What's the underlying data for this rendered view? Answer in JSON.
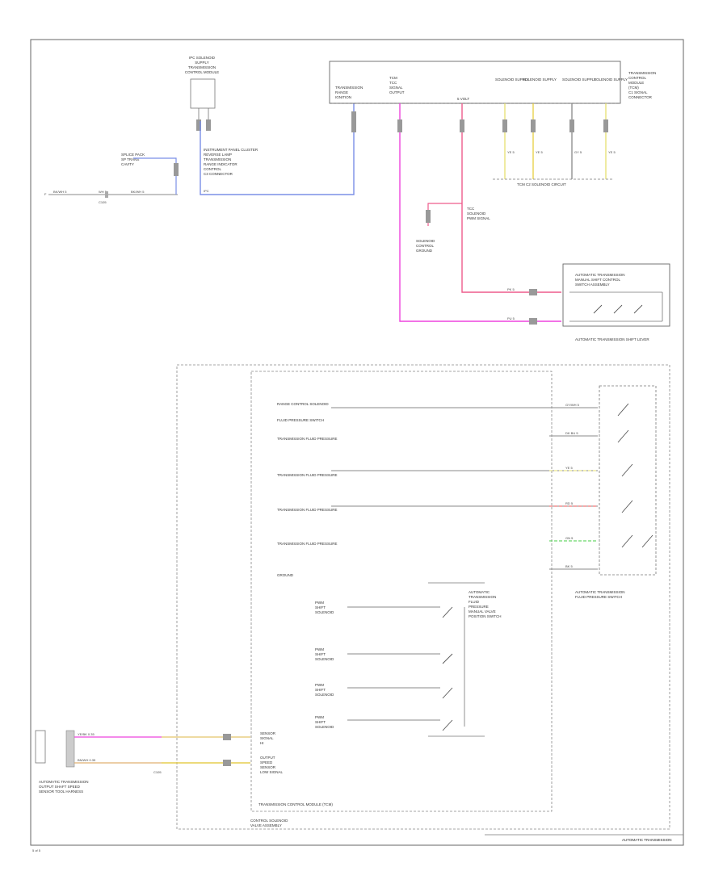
{
  "diagram": {
    "title": "AUTOMATIC TRANSMISSION",
    "page_ref": "5 of 5",
    "colors": {
      "blue": "#7b8fe6",
      "pink": "#ee5c8c",
      "magenta": "#ee44dd",
      "yellow": "#e6e070",
      "tan": "#e0b070",
      "green": "#44cc44",
      "red": "#ee5555",
      "gray": "#888888"
    },
    "components": {
      "ipc": [
        "IPC SOLENOID",
        "SUPPLY",
        "TRANSMISSION",
        "CONTROL MODULE"
      ],
      "splice_left": [
        "SPLICE PACK",
        "SP TRANS",
        "CAVITY"
      ],
      "splice_left_tag": "F",
      "wire_left_a": "BK/WH 5",
      "wire_left_b": "BK/WH 5",
      "wire_left_mid": "WH 5",
      "wire_left_code": "C105",
      "instrument": [
        "INSTRUMENT PANEL CLUSTER",
        "REVERSE LAMP",
        "TRANSMISSION",
        "RANGE INDICATOR",
        "CONTROL",
        "C3 CONNECTOR"
      ],
      "instrument_tag": "IPC",
      "tcm_top": [
        "TRANSMISSION",
        "RANGE",
        "IGNITION"
      ],
      "tcm_top2": [
        "TCM",
        "TCC",
        "SIGNAL",
        "OUTPUT"
      ],
      "tcm_top3": "5 VOLT",
      "tcm_right": [
        "TRANSMISSION",
        "CONTROL",
        "MODULE",
        "(TCM)",
        "C1 SIGNAL",
        "CONNECTOR"
      ],
      "solenoids": [
        "SOLENOID SUPPLY",
        "SOLENOID SUPPLY",
        "SOLENOID SUPPLY",
        "SOLENOID SUPPLY"
      ],
      "sol_wire_labels": [
        "YE 5",
        "YE 5",
        "GY 5",
        "YE 5"
      ],
      "sol_bottom": "TCM C2 SOLENOID CIRCUIT",
      "sp_label": [
        "TCC",
        "SOLENOID",
        "PWM SIGNAL"
      ],
      "ground_label": [
        "SOLENOID",
        "CONTROL",
        "GROUND"
      ],
      "shift_lever_box": [
        "AUTOMATIC TRANSMISSION",
        "MANUAL SHIFT CONTROL",
        "SWITCH ASSEMBLY"
      ],
      "shift_lever_caption": "AUTOMATIC TRANSMISSION SHIFT LEVER",
      "shift_wire_a": "PK 5",
      "shift_wire_b": "PU 5",
      "left_rows": [
        "RANGE CONTROL SOLENOID",
        "FLUID PRESSURE SWITCH",
        "TRANSMISSION FLUID PRESSURE",
        "TRANSMISSION FLUID PRESSURE",
        "TRANSMISSION FLUID PRESSURE",
        "TRANSMISSION FLUID PRESSURE",
        "GROUND"
      ],
      "right_wires": [
        "GY/WH 5",
        "DK BU 5",
        "YE 5",
        "RD 5",
        "GN 5",
        "BK 5"
      ],
      "pressure_switch_caption": [
        "AUTOMATIC TRANSMISSION",
        "FLUID PRESSURE SWITCH"
      ],
      "lower_labels": [
        "PWM",
        "SHIFT",
        "SOLENOID"
      ],
      "solenoid_side": [
        "AUTOMATIC",
        "TRANSMISSION",
        "FLUID",
        "PRESSURE",
        "MANUAL VALVE",
        "POSITION SWITCH"
      ],
      "left_connector_caption": [
        "AUTOMATIC TRANSMISSION",
        "OUTPUT SHAFT SPEED",
        "SENSOR TOOL HARNESS"
      ],
      "speed_wire_a": "YE/BK 0.35",
      "speed_wire_b": "BN/WH 0.35",
      "speed_label_a": [
        "SENSOR",
        "SIGNAL",
        "HI"
      ],
      "speed_label_b": [
        "OUTPUT",
        "SPEED",
        "SENSOR",
        "LOW SIGNAL"
      ],
      "speed_code": "C105",
      "tcm_box_caption": "TRANSMISSION CONTROL MODULE (TCM)",
      "valve_caption": [
        "CONTROL SOLENOID",
        "VALVE ASSEMBLY"
      ]
    }
  }
}
